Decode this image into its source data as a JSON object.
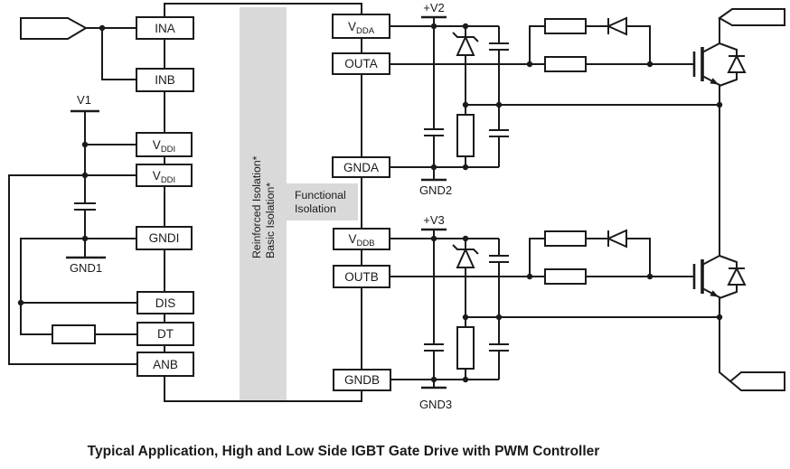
{
  "caption": "Typical Application, High and Low Side IGBT Gate Drive with PWM Controller",
  "colors": {
    "line": "#1a1a1a",
    "isolation_gray": "#d9d9d9",
    "background": "#ffffff"
  },
  "isolation": {
    "reinforced": "Reinforced Isolation*",
    "basic": "Basic Isolation*",
    "functional_line1": "Functional",
    "functional_line2": "Isolation"
  },
  "pins": {
    "ina": "INA",
    "inb": "INB",
    "vddi": {
      "main": "V",
      "sub": "DDI"
    },
    "gndi": "GNDI",
    "dis": "DIS",
    "dt": "DT",
    "anb": "ANB",
    "vdda": {
      "main": "V",
      "sub": "DDA"
    },
    "outa": "OUTA",
    "gnda": "GNDA",
    "vddb": {
      "main": "V",
      "sub": "DDB"
    },
    "outb": "OUTB",
    "gndb": "GNDB"
  },
  "nets": {
    "v1": "V1",
    "gnd1": "GND1",
    "v2": "+V2",
    "gnd2": "GND2",
    "v3": "+V3",
    "gnd3": "GND3"
  }
}
